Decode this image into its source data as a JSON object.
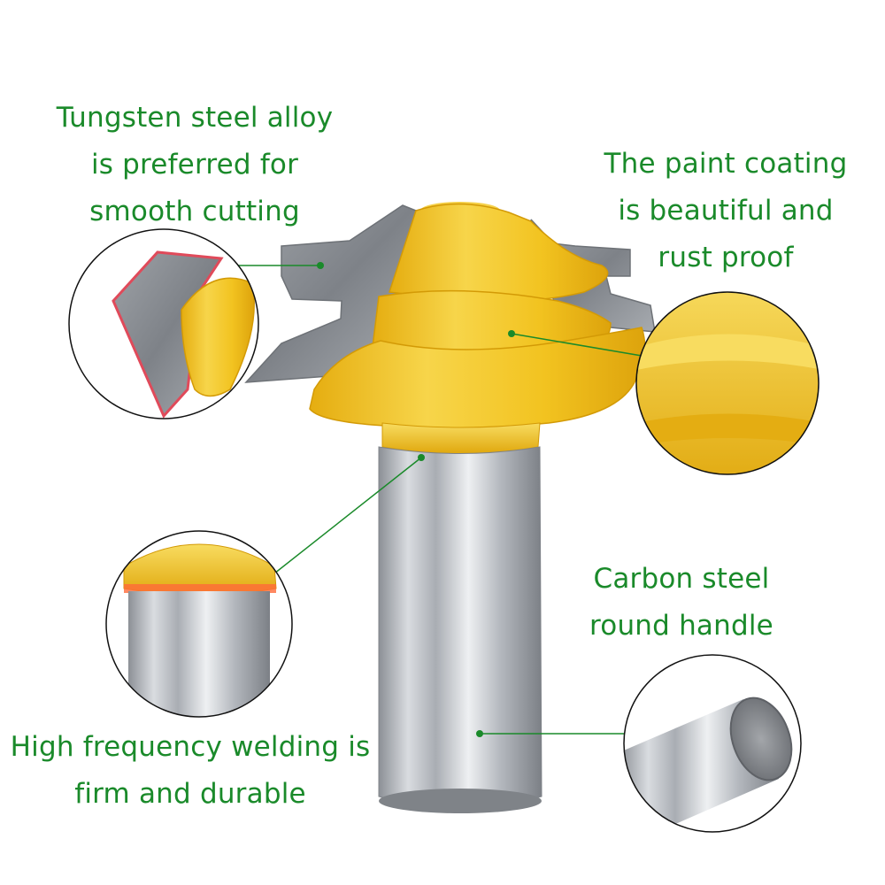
{
  "captions": {
    "tungsten": [
      "Tungsten steel alloy",
      "is preferred for",
      "smooth cutting"
    ],
    "paint": [
      "The paint coating",
      "is beautiful and",
      "rust proof"
    ],
    "carbon": [
      "Carbon steel",
      "round handle"
    ],
    "welding": [
      "High frequency welding is",
      "firm and durable"
    ]
  },
  "colors": {
    "caption_text": "#1a8a2a",
    "leader_line": "#1a8a2a",
    "yellow_body": "#f2c320",
    "steel": "#8a8d92",
    "shank": "#b8bcc2"
  }
}
